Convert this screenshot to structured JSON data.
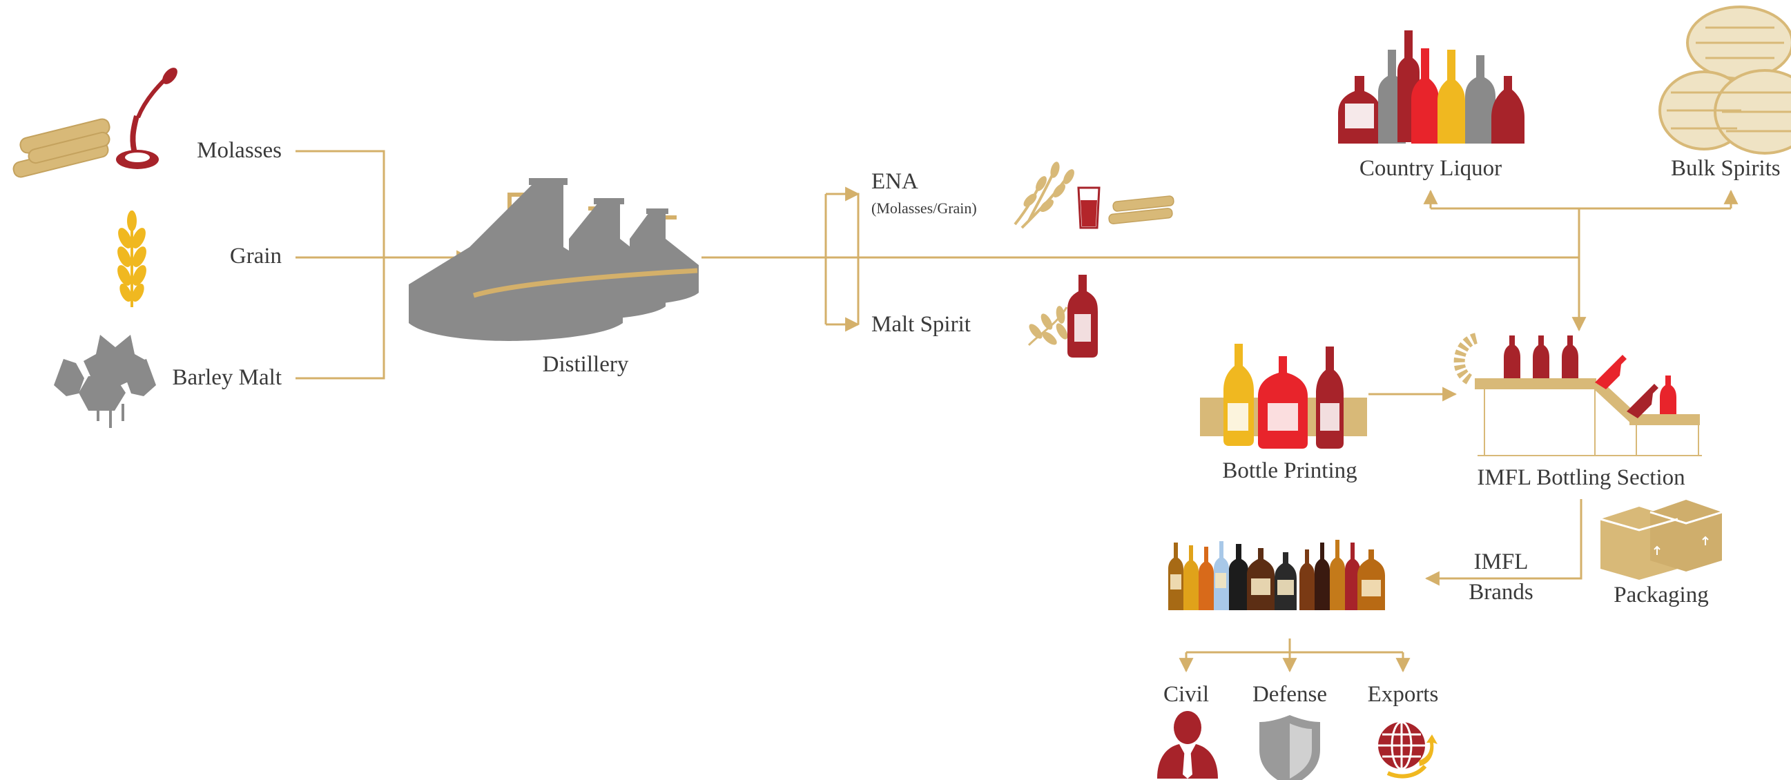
{
  "inputs": {
    "molasses": "Molasses",
    "grain": "Grain",
    "barley_malt": "Barley Malt"
  },
  "distillery": "Distillery",
  "ena": {
    "title": "ENA",
    "subtitle": "(Molasses/Grain)"
  },
  "malt_spirit": "Malt Spirit",
  "country_liquor": "Country Liquor",
  "bulk_spirits": "Bulk Spirits",
  "bottle_printing": "Bottle Printing",
  "imfl_bottling": "IMFL Bottling Section",
  "imfl_brands": {
    "line1": "IMFL",
    "line2": "Brands"
  },
  "packaging": "Packaging",
  "channels": {
    "civil": "Civil",
    "defense": "Defense",
    "exports": "Exports"
  },
  "colors": {
    "line_gold": "#d4b06a",
    "accent_red": "#b3252a",
    "icon_gray": "#8a8a8a",
    "accent_yellow": "#f0b820",
    "text": "#3a3a3a"
  },
  "icons": [
    "sugarcane-icon",
    "molasses-spoon-icon",
    "wheat-icon",
    "hops-icon",
    "distillery-tanks-icon",
    "wheat-glass-sugarcane-icon",
    "wheat-bottle-icon",
    "liquor-bottles-icon",
    "barrels-icon",
    "printed-bottles-icon",
    "bottling-conveyor-icon",
    "brand-bottles-icon",
    "boxes-icon",
    "businessman-icon",
    "shield-icon",
    "globe-icon"
  ]
}
